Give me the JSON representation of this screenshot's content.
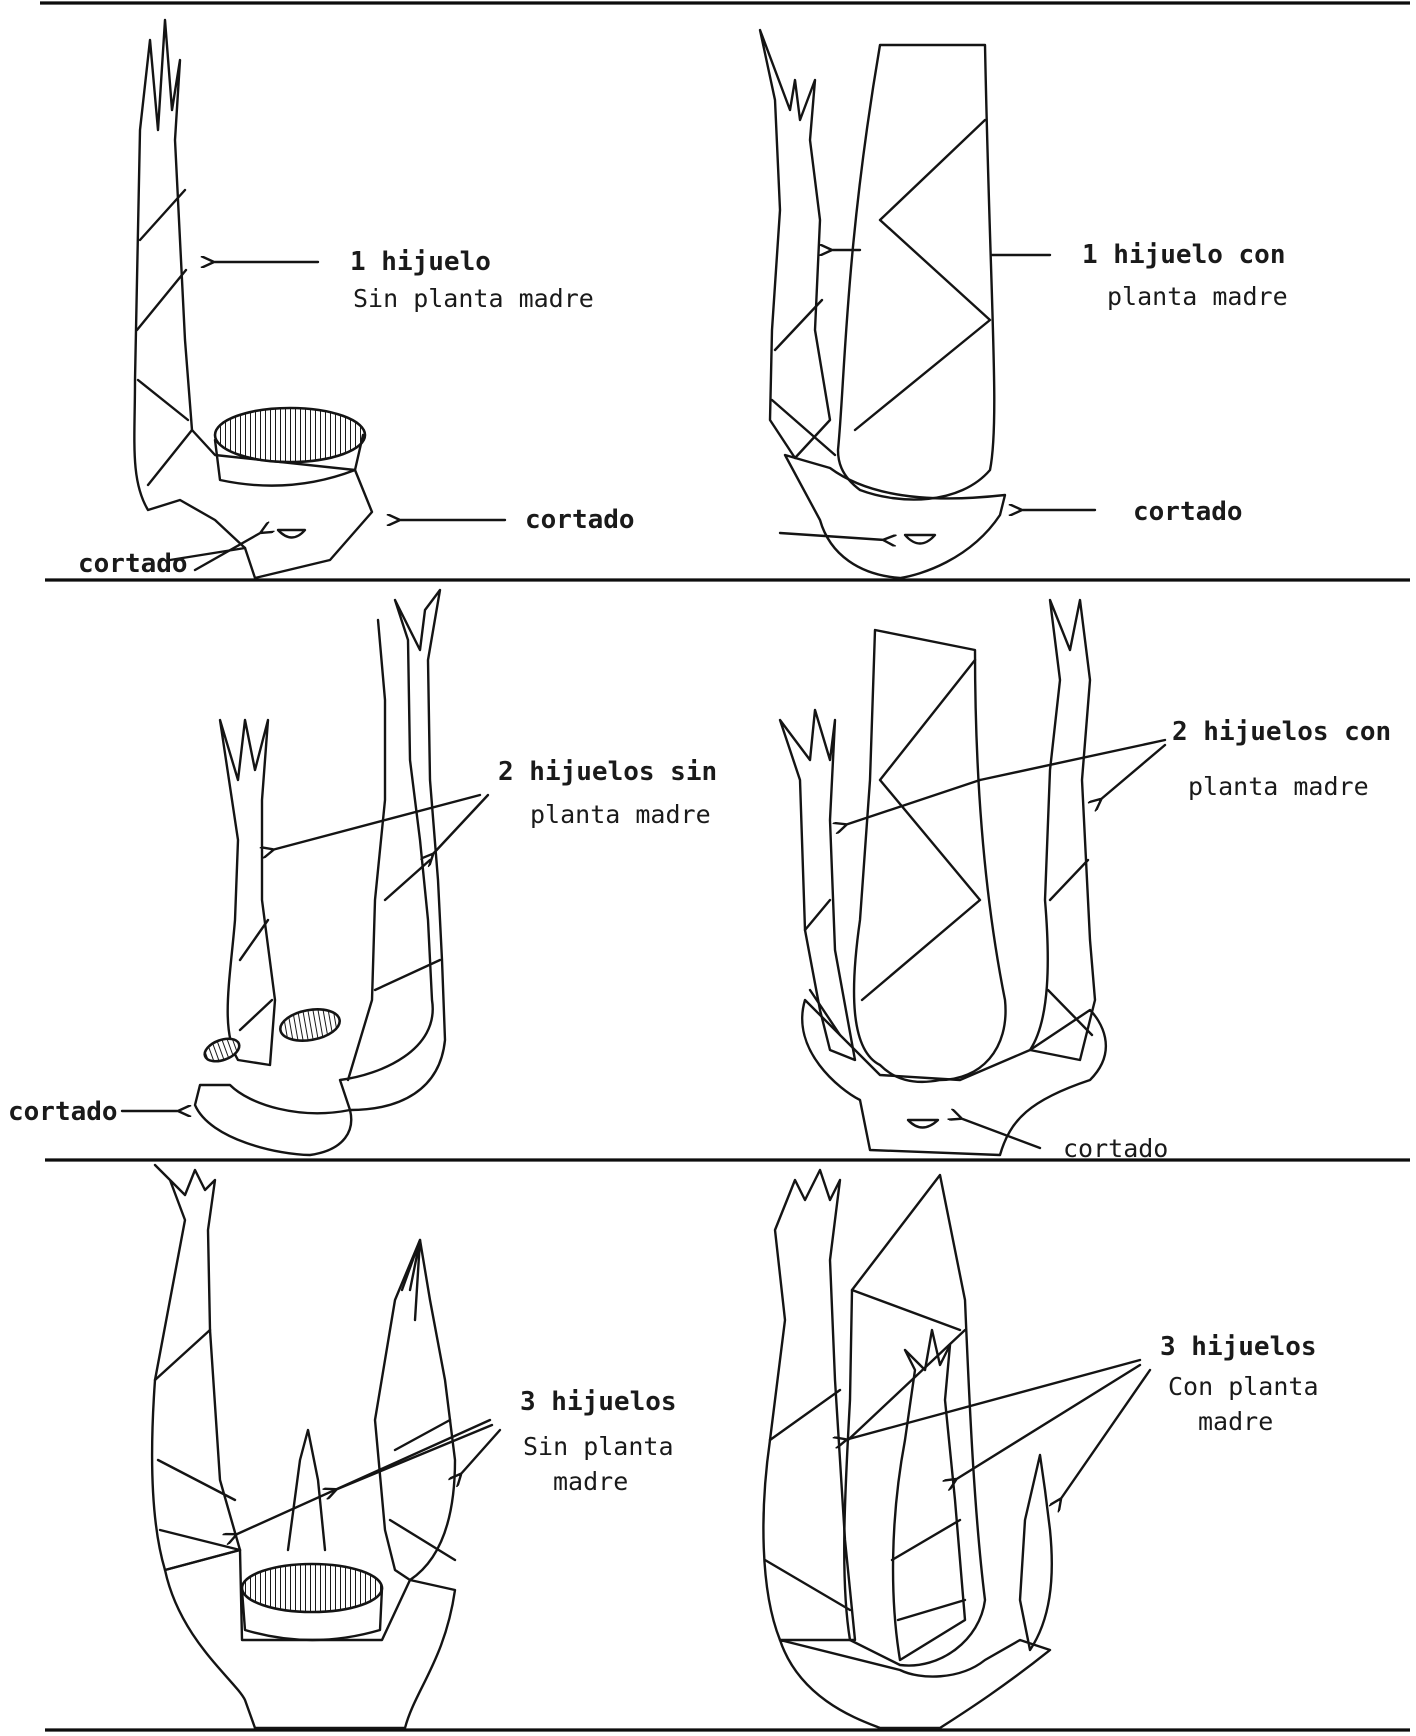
{
  "panels": {
    "p1": {
      "title": "1 hijuelo",
      "subtitle": "Sin planta madre",
      "cut_label": "cortado",
      "cut_label_2": "cortado"
    },
    "p2": {
      "title": "1 hijuelo con",
      "subtitle": "planta madre",
      "cut_label": "cortado"
    },
    "p3": {
      "title": "2 hijuelos sin",
      "subtitle": "planta madre",
      "cut_label": "cortado"
    },
    "p4": {
      "title": "2 hijuelos con",
      "subtitle": "planta madre",
      "cut_label": "cortado"
    },
    "p5": {
      "title": "3 hijuelos",
      "line2": "Sin planta",
      "line3": "madre"
    },
    "p6": {
      "title": "3 hijuelos",
      "line2": "Con planta",
      "line3": "madre"
    }
  },
  "colors": {
    "ink": "#141414",
    "paper": "#ffffff"
  }
}
